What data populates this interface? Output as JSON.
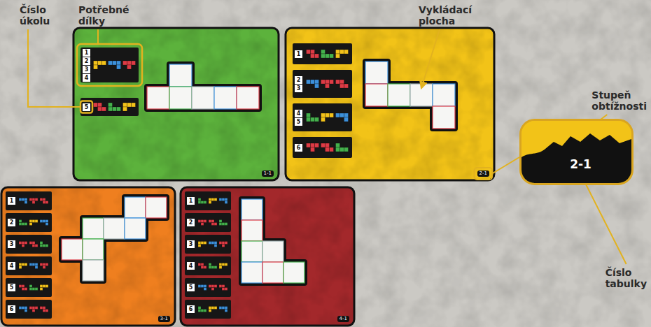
{
  "diagram": {
    "nodes": [
      {
        "text": [
          "2-1"
        ]
      }
    ],
    "labels": [
      "Číslo úkolu",
      "Potřebné dílky",
      "Vykládací plocha",
      "Stupeň obtížnosti",
      "Číslo tabulky",
      "1",
      "2",
      "3",
      "4",
      "5",
      "1-1",
      "1",
      "2",
      "3",
      "4",
      "5",
      "6",
      "2-1",
      "1",
      "2",
      "3",
      "4",
      "5",
      "6",
      "3-1",
      "1",
      "2",
      "3",
      "4",
      "5",
      "6",
      "4-1"
    ]
  }
}
